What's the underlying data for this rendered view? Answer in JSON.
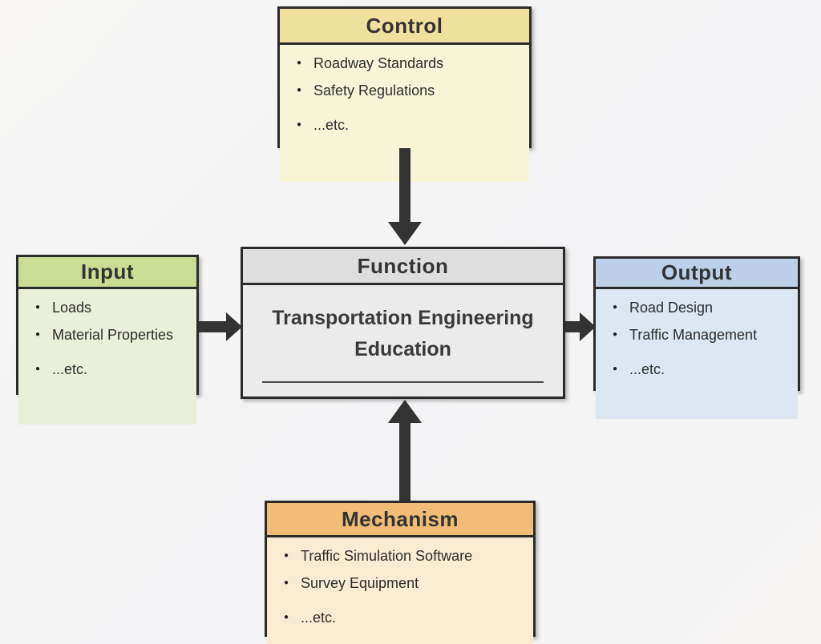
{
  "diagram": {
    "background_color": "#f5f4f5",
    "arrow_color": "#333333",
    "border_color": "#2b2b2b",
    "boxes": {
      "control": {
        "title": "Control",
        "header_color": "#f0e0a0",
        "body_color": "#f7f5d6",
        "items": [
          "Roadway Standards",
          "Safety Regulations",
          "...etc."
        ]
      },
      "input": {
        "title": "Input",
        "header_color": "#cbdc95",
        "body_color": "#e9efda",
        "items": [
          "Loads",
          "Material Properties",
          "...etc."
        ]
      },
      "function": {
        "title": "Function",
        "header_color": "#dedede",
        "body_color": "#ebebeb",
        "body_text": "Transportation Engineering Education"
      },
      "output": {
        "title": "Output",
        "header_color": "#bdd0e7",
        "body_color": "#dce7f1",
        "items": [
          "Road Design",
          "Traffic Management",
          "...etc."
        ]
      },
      "mechanism": {
        "title": "Mechanism",
        "header_color": "#f1bc76",
        "body_color": "#f8ecd2",
        "items": [
          "Traffic Simulation Software",
          "Survey Equipment",
          "...etc."
        ]
      }
    }
  }
}
